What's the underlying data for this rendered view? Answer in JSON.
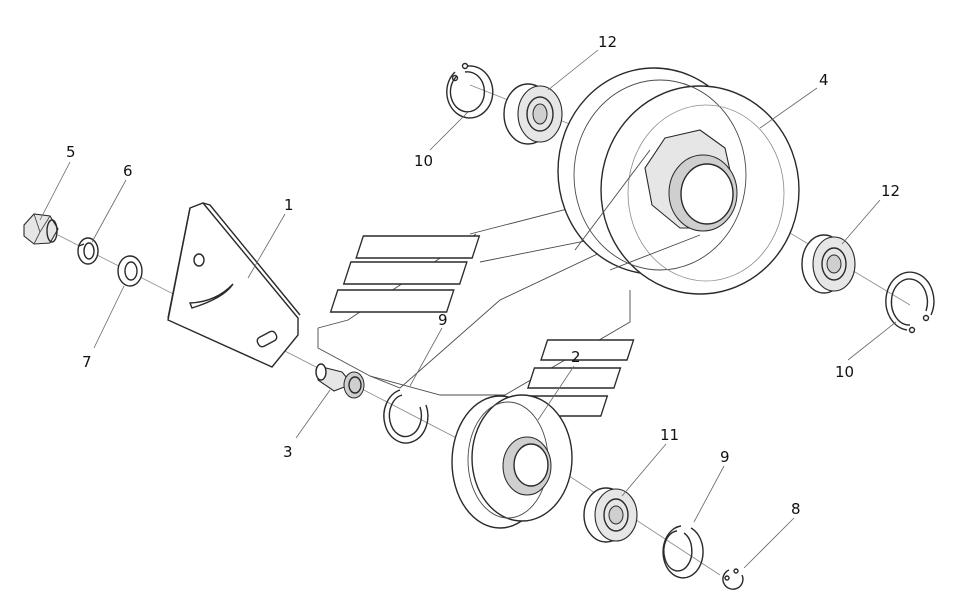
{
  "callouts": [
    {
      "id": "c5",
      "text": "5"
    },
    {
      "id": "c6",
      "text": "6"
    },
    {
      "id": "c7",
      "text": "7"
    },
    {
      "id": "c1",
      "text": "1"
    },
    {
      "id": "c3",
      "text": "3"
    },
    {
      "id": "c9a",
      "text": "9"
    },
    {
      "id": "c2",
      "text": "2"
    },
    {
      "id": "c10a",
      "text": "10"
    },
    {
      "id": "c12a",
      "text": "12"
    },
    {
      "id": "c4",
      "text": "4"
    },
    {
      "id": "c12b",
      "text": "12"
    },
    {
      "id": "c10b",
      "text": "10"
    },
    {
      "id": "c11",
      "text": "11"
    },
    {
      "id": "c9b",
      "text": "9"
    },
    {
      "id": "c8",
      "text": "8"
    }
  ]
}
